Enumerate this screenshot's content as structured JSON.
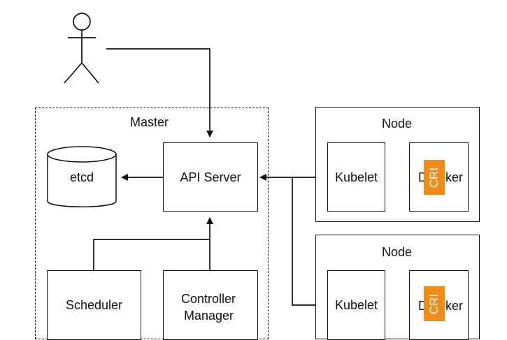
{
  "diagram": {
    "master": {
      "title": "Master",
      "components": {
        "etcd": "etcd",
        "api_server": "API Server",
        "scheduler": "Scheduler",
        "controller_manager_line1": "Controller",
        "controller_manager_line2": "Manager"
      }
    },
    "nodes": [
      {
        "title": "Node",
        "kubelet": "Kubelet",
        "docker_prefix": "D",
        "docker_suffix": "ker",
        "cri": "CRI"
      },
      {
        "title": "Node",
        "kubelet": "Kubelet",
        "docker_prefix": "D",
        "docker_suffix": "ker",
        "cri": "CRI"
      }
    ],
    "icons": {
      "user": "user-icon"
    },
    "colors": {
      "line": "#111111",
      "cri": "#f28c18",
      "background": "#ffffff"
    }
  }
}
